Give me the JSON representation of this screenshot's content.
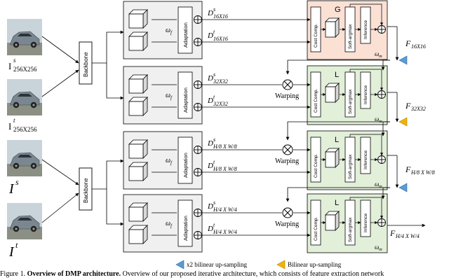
{
  "inputs": {
    "src_pair_label": "I",
    "src_pair_sup": "s",
    "src_pair_sub": "256X256",
    "tgt_pair_label": "I",
    "tgt_pair_sup": "t",
    "tgt_pair_sub": "256X256",
    "src_full_label": "I",
    "src_full_sup": "s",
    "tgt_full_label": "I",
    "tgt_full_sup": "t"
  },
  "backbone_label": "Backbone",
  "adaptation_label": "Adaptation",
  "omega_f": "ω",
  "omega_f_sub": "f",
  "omega_m": "ω",
  "omega_m_sub": "m",
  "cost_label": "Cost Comp.",
  "softargmax_label": "Soft-argmax",
  "inference_label": "Inference",
  "warping_label": "Warping",
  "levels": [
    {
      "ds_sub": "16X16",
      "dt_sub": "16X16",
      "module": "G",
      "flow": "16X16"
    },
    {
      "ds_sub": "32X32",
      "dt_sub": "32X32",
      "module": "L",
      "flow": "32X32"
    },
    {
      "ds_sub": "H/8 X W/8",
      "dt_sub": "H/8 X W/8",
      "module": "L",
      "flow": "H/8 X W/8"
    },
    {
      "ds_sub": "H/4 X W/4",
      "dt_sub": "H/4 X W/4",
      "module": "L",
      "flow": "H/4 X W/4"
    }
  ],
  "D_letter": "D",
  "F_letter": "F",
  "ds_sup": "s",
  "dt_sup": "t",
  "legend": {
    "x2_label": "x2 bilinear up-sampling",
    "bilinear_label": "Bilinear up-sampling",
    "x2_color": "#5b9bd5",
    "bilinear_color": "#f0b400"
  },
  "colors": {
    "feature_box": "#f0f0f0",
    "global_box": "#fbe0d4",
    "local_box": "#e2efd9"
  },
  "caption": {
    "prefix": "Figure 1. ",
    "bold": "Overview of DMP architecture.",
    "rest": " Overview of our proposed iterative architecture, which consists of feature extraction network"
  }
}
